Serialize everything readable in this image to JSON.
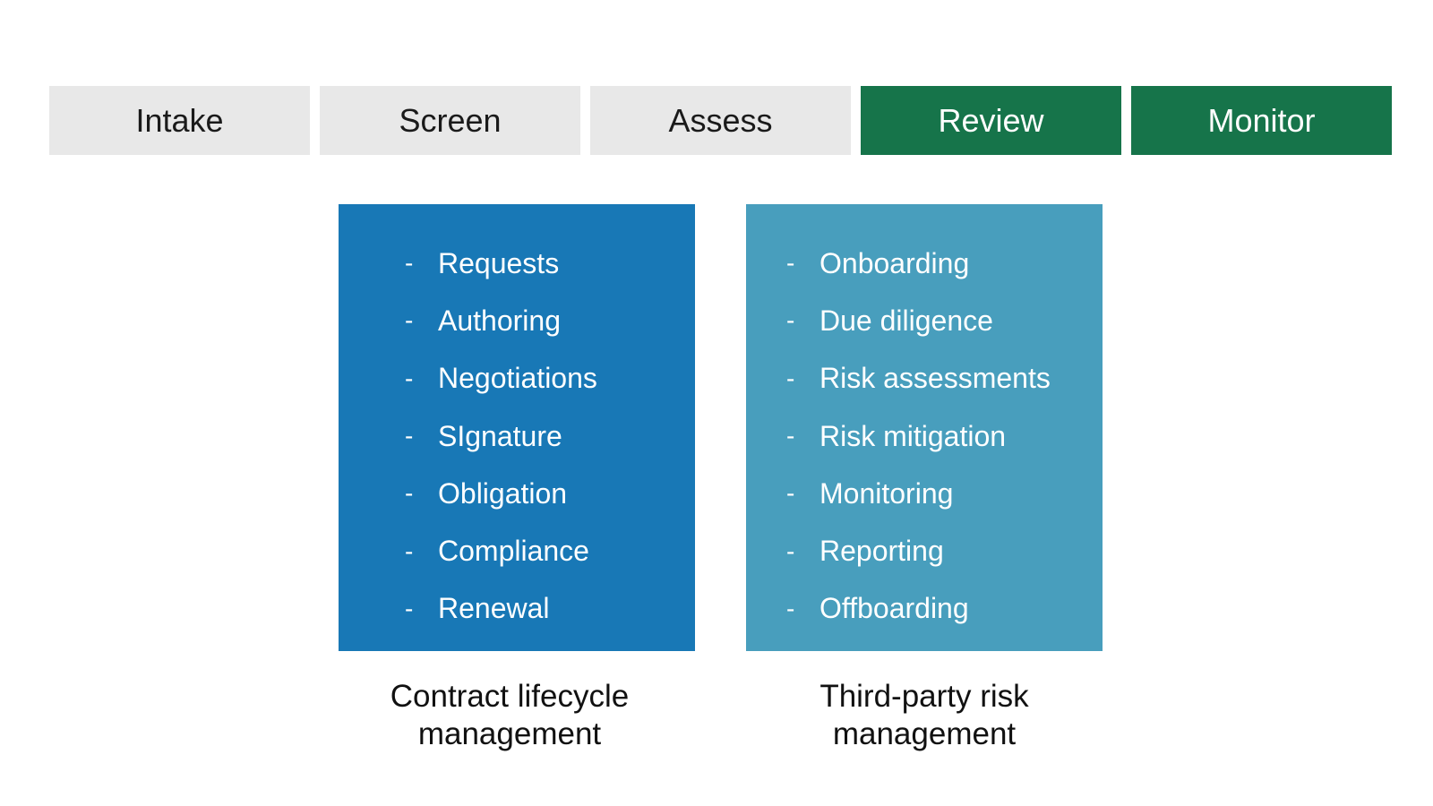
{
  "stages": [
    {
      "label": "Intake",
      "active": false
    },
    {
      "label": "Screen",
      "active": false
    },
    {
      "label": "Assess",
      "active": false
    },
    {
      "label": "Review",
      "active": true
    },
    {
      "label": "Monitor",
      "active": true
    }
  ],
  "colors": {
    "stage_inactive": "#e8e8e8",
    "stage_active": "#16744a",
    "clm_box": "#1878b6",
    "tprm_box": "#489ebd"
  },
  "bullet_symbol": "-",
  "clm": {
    "items": [
      "Requests",
      "Authoring",
      "Negotiations",
      "SIgnature",
      "Obligation",
      "Compliance",
      "Renewal"
    ],
    "caption_line1": "Contract lifecycle",
    "caption_line2": "management"
  },
  "tprm": {
    "items": [
      "Onboarding",
      "Due diligence",
      "Risk assessments",
      "Risk mitigation",
      "Monitoring",
      "Reporting",
      "Offboarding"
    ],
    "caption_line1": "Third-party risk",
    "caption_line2": "management"
  }
}
